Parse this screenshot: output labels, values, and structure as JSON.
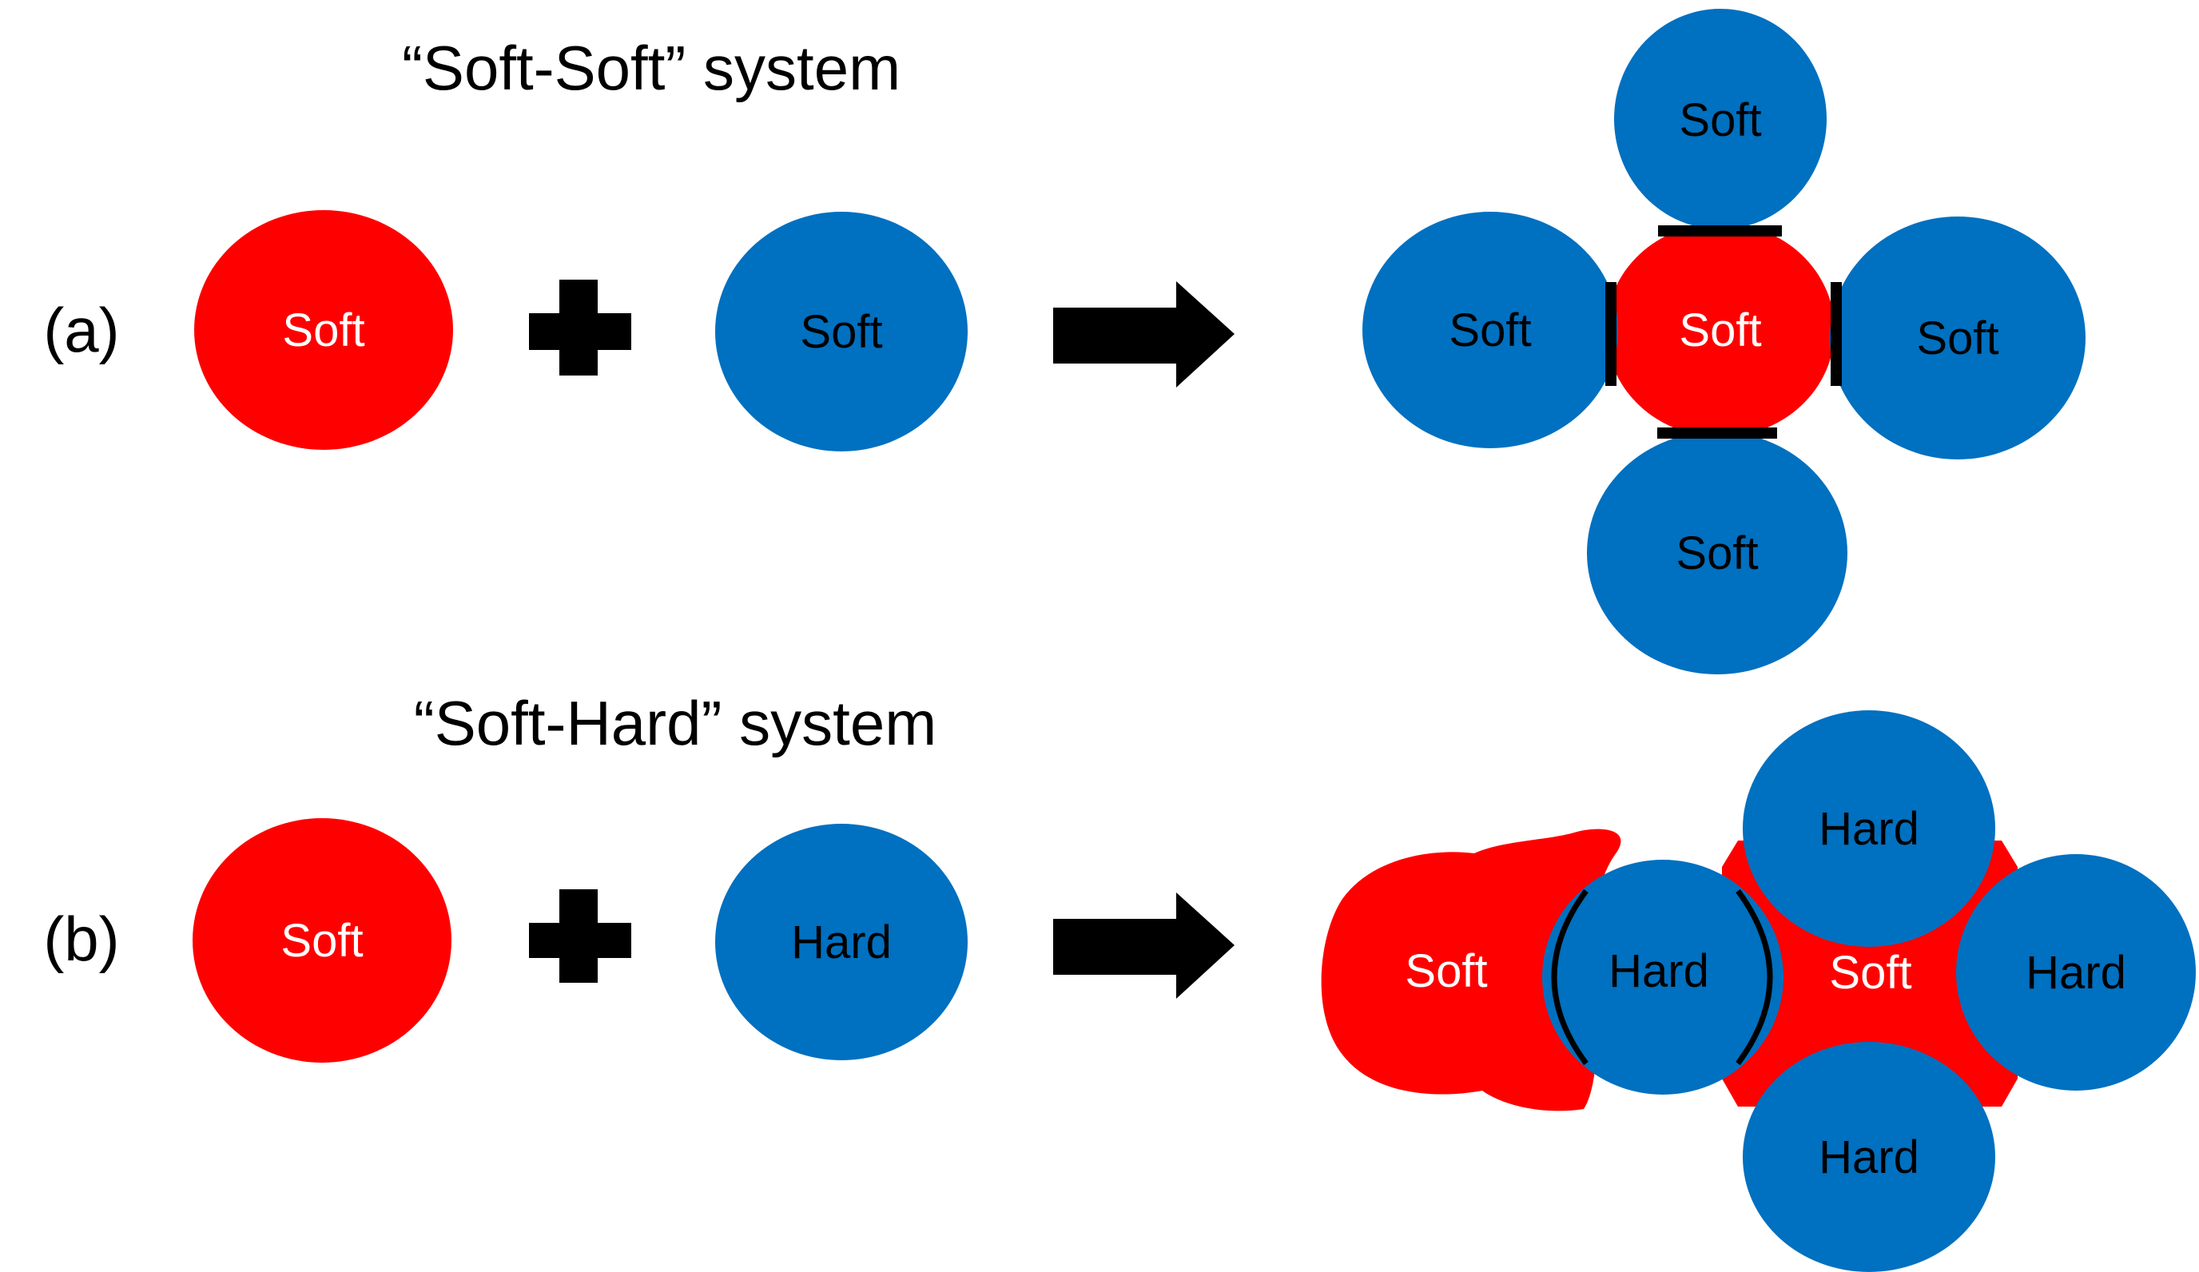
{
  "colors": {
    "red": "#ff0000",
    "blue": "#0070c0",
    "black": "#000000",
    "white": "#ffffff"
  },
  "panel_a": {
    "title": "“Soft-Soft” system",
    "label": "(a)",
    "left_particle": "Soft",
    "right_particle": "Soft",
    "result": {
      "center": "Soft",
      "top": "Soft",
      "left": "Soft",
      "right": "Soft",
      "bottom": "Soft"
    }
  },
  "panel_b": {
    "title": "“Soft-Hard” system",
    "label": "(b)",
    "left_particle": "Soft",
    "right_particle": "Hard",
    "result": {
      "soft_left": "Soft",
      "hard_left": "Hard",
      "soft_center": "Soft",
      "hard_top": "Hard",
      "hard_right": "Hard",
      "hard_bottom": "Hard"
    }
  },
  "icons": {
    "plus": "plus-icon",
    "arrow": "right-arrow-icon"
  }
}
